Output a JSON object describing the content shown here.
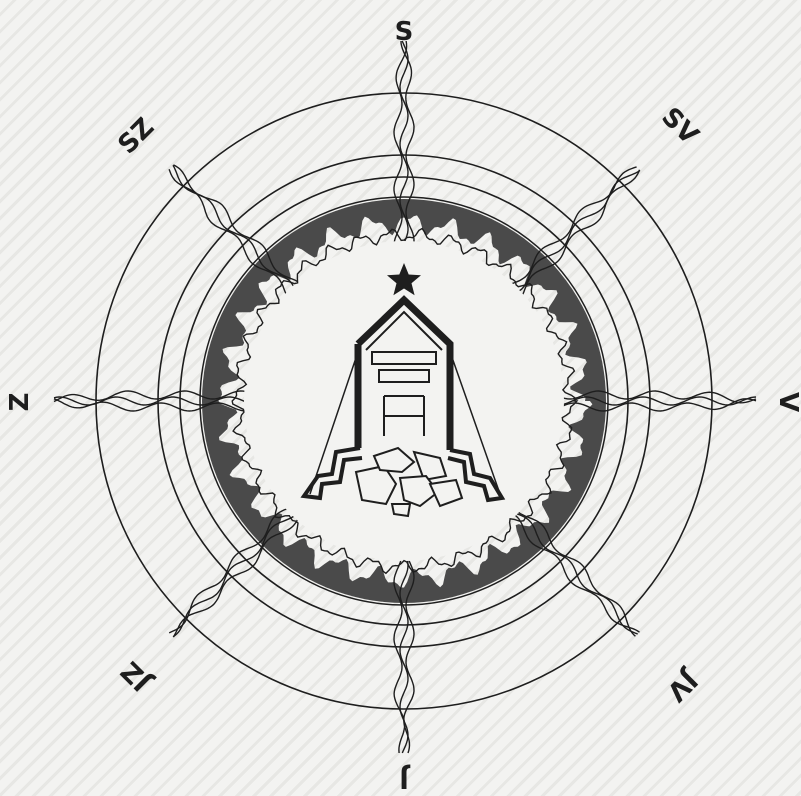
{
  "compass": {
    "labels": {
      "north": "S",
      "northeast": "SV",
      "east": "V",
      "southeast": "JV",
      "south": "J",
      "southwest": "JZ",
      "west": "Z",
      "northwest": "SZ"
    },
    "emblem": {
      "star_icon": "star-icon",
      "building_icon": "obelisk-monument-icon",
      "rocks_icon": "rock-pile-icon"
    },
    "colors": {
      "ink": "#1e1e1e",
      "band": "#4a4a4a",
      "paper": "#f3f3f1"
    }
  }
}
